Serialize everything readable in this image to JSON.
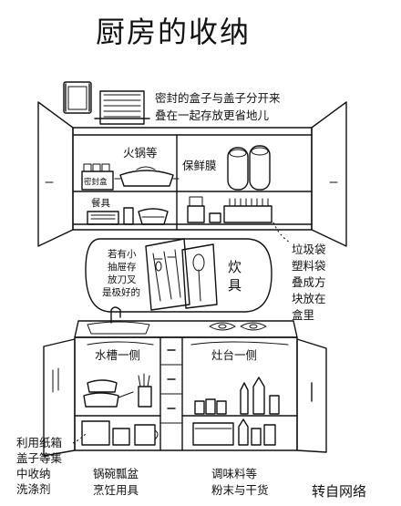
{
  "title": "厨房的收纳",
  "note_containers": [
    "密封的盒子与盖子分开来",
    "叠在一起存放更省地儿"
  ],
  "upper_cabinet": {
    "left_label": "火锅等",
    "right_label": "保鲜膜",
    "box_label": "密封盒",
    "utensils_label": "餐具"
  },
  "side_note": [
    "垃圾袋",
    "塑料袋",
    "叠成方",
    "块放在",
    "盒里"
  ],
  "drawer": {
    "tip": [
      "若有小",
      "抽屉存",
      "放刀叉",
      "是极好的"
    ],
    "label": [
      "炊",
      "具"
    ]
  },
  "lower_cabinet": {
    "sink_side": "水槽一侧",
    "stove_side": "灶台一侧"
  },
  "left_note": [
    "利用纸箱",
    "盖子等集",
    "中收纳",
    "洗涤剂"
  ],
  "bottom_left": [
    "锅碗瓢盆",
    "烹饪用具"
  ],
  "bottom_right": [
    "调味料等",
    "粉末与干货"
  ],
  "watermark": "转自网络"
}
